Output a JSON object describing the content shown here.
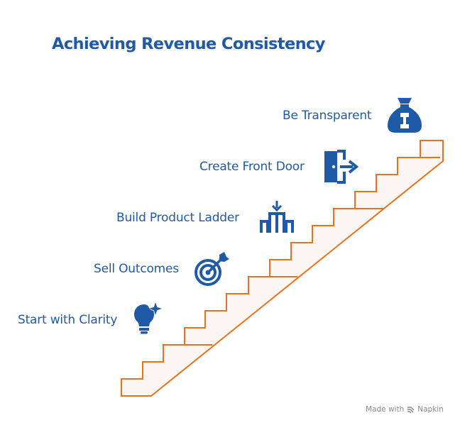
{
  "title": "Achieving Revenue Consistency",
  "steps": [
    {
      "label": "Start with Clarity",
      "icon": "lightbulb-sparkle-icon"
    },
    {
      "label": "Sell Outcomes",
      "icon": "target-arrow-icon"
    },
    {
      "label": "Build Product Ladder",
      "icon": "ladder-pillars-icon"
    },
    {
      "label": "Create Front Door",
      "icon": "door-exit-icon"
    },
    {
      "label": "Be Transparent",
      "icon": "money-bag-icon"
    }
  ],
  "colors": {
    "title": "#1f5aa6",
    "icons": "#1f5aa6",
    "stairs_outline": "#e8731e",
    "stairs_fill": "#fbf5f3"
  },
  "branding": {
    "made_with": "Made with",
    "brand_name": "Napkin"
  }
}
